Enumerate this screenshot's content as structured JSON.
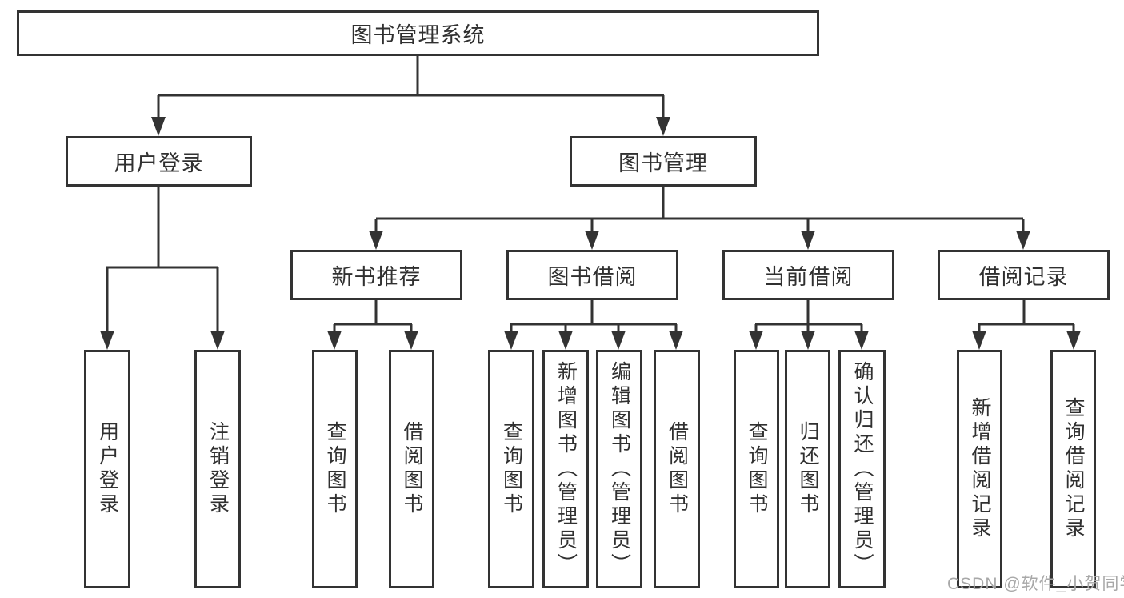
{
  "colors": {
    "line": "#333333",
    "box_border": "#333333",
    "box_fill": "#ffffff",
    "text": "#303030",
    "watermark_text": "#a8a8a8",
    "background": "#ffffff"
  },
  "diagram": {
    "title": "图书管理系统",
    "root": {
      "label": "图书管理系统"
    },
    "level2": [
      {
        "label": "用户登录"
      },
      {
        "label": "图书管理"
      }
    ],
    "level3": [
      {
        "label": "新书推荐"
      },
      {
        "label": "图书借阅"
      },
      {
        "label": "当前借阅"
      },
      {
        "label": "借阅记录"
      }
    ],
    "leaves": {
      "user_login": [
        {
          "label": "用户登录"
        },
        {
          "label": "注销登录"
        }
      ],
      "new_books": [
        {
          "label": "查询图书"
        },
        {
          "label": "借阅图书"
        }
      ],
      "book_borrow": [
        {
          "label": "查询图书"
        },
        {
          "label": "新增图书（管理员）"
        },
        {
          "label": "编辑图书（管理员）"
        },
        {
          "label": "借阅图书"
        }
      ],
      "current_borrow": [
        {
          "label": "查询图书"
        },
        {
          "label": "归还图书"
        },
        {
          "label": "确认归还（管理员）"
        }
      ],
      "borrow_records": [
        {
          "label": "新增借阅记录"
        },
        {
          "label": "查询借阅记录"
        }
      ]
    }
  },
  "watermark": {
    "text": "CSDN @软件_小贺同学"
  }
}
